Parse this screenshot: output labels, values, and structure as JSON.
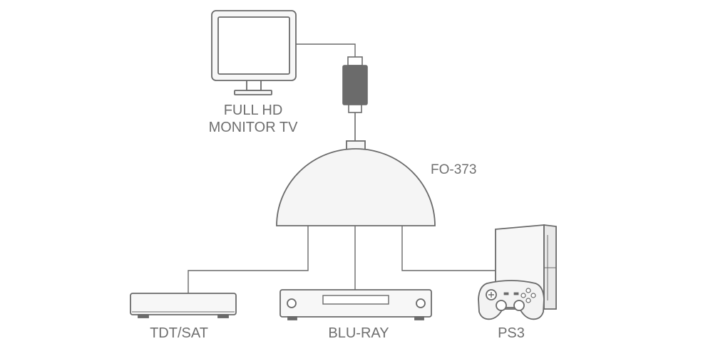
{
  "hub": {
    "label": "FO-373"
  },
  "devices": {
    "monitor": {
      "line1": "FULL HD",
      "line2": "MONITOR TV"
    },
    "tdt": {
      "label": "TDT/SAT"
    },
    "bluray": {
      "label": "BLU-RAY"
    },
    "ps3": {
      "label": "PS3"
    }
  },
  "colors": {
    "stroke": "#6a6a6a",
    "fill": "#f5f5f5",
    "text": "#6f6f6f",
    "connector_dark": "#6b6b6b"
  }
}
